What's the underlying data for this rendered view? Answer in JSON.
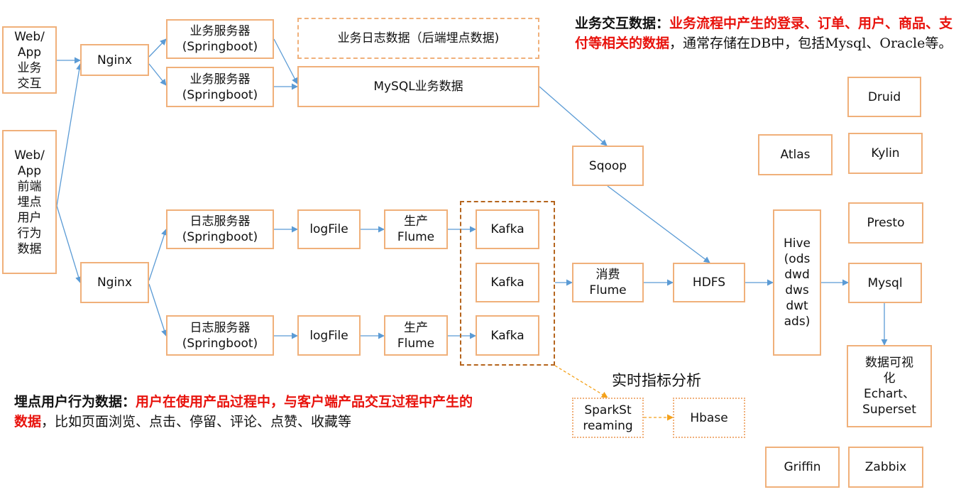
{
  "colors": {
    "box_border": "#f0b07a",
    "arrow": "#5b9bd5",
    "orange_arrow": "#f4a11a",
    "group_border": "#b5651d",
    "highlight_red": "#e8120c"
  },
  "boxes": {
    "web_app_interaction": "Web/\nApp\n业务\n交互",
    "web_app_tracking": "Web/\nApp\n前端\n埋点\n用户\n行为\n数据",
    "nginx_top": "Nginx",
    "nginx_bottom": "Nginx",
    "biz_server_1": "业务服务器\n(Springboot)",
    "biz_server_2": "业务服务器\n(Springboot)",
    "backend_tracking": "业务日志数据（后端埋点数据)",
    "mysql_business": "MySQL业务数据",
    "log_server_1": "日志服务器\n(Springboot)",
    "log_server_2": "日志服务器\n(Springboot)",
    "logfile_1": "logFile",
    "logfile_2": "logFile",
    "flume_prod_1": "生产\nFlume",
    "flume_prod_2": "生产\nFlume",
    "kafka_1": "Kafka",
    "kafka_2": "Kafka",
    "kafka_3": "Kafka",
    "sqoop": "Sqoop",
    "flume_consume": "消费\nFlume",
    "hdfs": "HDFS",
    "hive": "Hive\n(ods\ndwd\ndws\ndwt\nads)",
    "mysql_out": "Mysql",
    "druid": "Druid",
    "kylin": "Kylin",
    "atlas": "Atlas",
    "presto": "Presto",
    "visualization": "数据可视\n化\nEchart、\nSuperset",
    "griffin": "Griffin",
    "zabbix": "Zabbix",
    "spark_streaming": "SparkSt\nreaming",
    "hbase": "Hbase"
  },
  "realtime_heading": "实时指标分析",
  "note_business": {
    "label": "业务交互数据：",
    "highlight": "业务流程中产生的登录、订单、用户、商品、支付等相关的数据",
    "rest": "，通常存储在DB中，包括Mysql、Oracle等。"
  },
  "note_tracking": {
    "label": "埋点用户行为数据：",
    "highlight": "用户在使用产品过程中，与客户端产品交互过程中产生的数据",
    "rest": "，比如页面浏览、点击、停留、评论、点赞、收藏等"
  }
}
